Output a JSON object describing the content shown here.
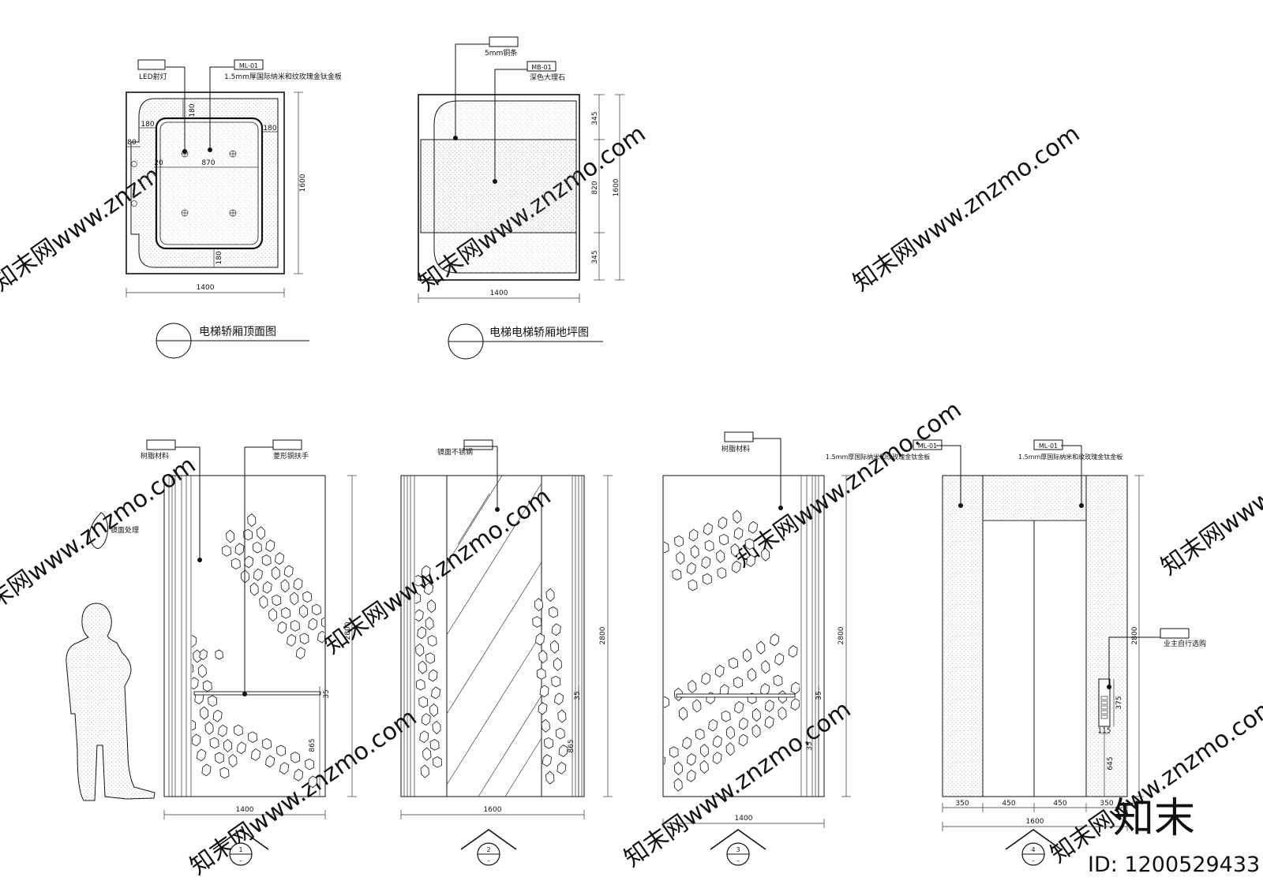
{
  "plans": {
    "ceiling": {
      "title": "电梯轿厢顶面图",
      "tag_led": "",
      "label_led": "LED射灯",
      "tag_material": "ML-01",
      "label_material": "1.5mm厚国际纳米和纹玫瑰金钛金板",
      "dims": {
        "d180_top": "180",
        "d180_left": "180",
        "d180_right": "180",
        "d80": "80",
        "d20": "20",
        "d870": "870",
        "d180_bottom": "180",
        "height": "1600",
        "width": "1400"
      }
    },
    "floor": {
      "title": "电梯电梯轿厢地坪图",
      "tag_strip": "",
      "label_strip": "5mm铜条",
      "tag_material": "MB-01",
      "label_material": "深色大理石",
      "dims": {
        "d345_top": "345",
        "d820": "820",
        "d345_bottom": "345",
        "height": "1600",
        "width": "1400"
      }
    }
  },
  "elevations": {
    "e1": {
      "tag_resin": "",
      "label_resin": "树脂材料",
      "tag_rail": "",
      "label_rail": "菱形铜扶手",
      "legend_mirror": "镜面处理",
      "dims": {
        "height": "2800",
        "d35": "35",
        "d865": "865",
        "width": "1400"
      },
      "marker_num": "1",
      "marker_sub": "–"
    },
    "e2": {
      "tag_steel": "",
      "label_steel": "镜面不锈钢",
      "dims": {
        "height": "2800",
        "d35": "35",
        "d865": "865",
        "width": "1600"
      },
      "marker_num": "2",
      "marker_sub": "–"
    },
    "e3": {
      "tag_resin": "",
      "label_resin": "树脂材料",
      "label_material": "1.5mm厚国际纳米和纹玫瑰金钛金板",
      "dims": {
        "height": "2800",
        "d35_top": "35",
        "d35_bottom": "35",
        "width": "1400"
      },
      "marker_num": "3",
      "marker_sub": "–"
    },
    "e4": {
      "tag_material_a": "ML-01",
      "tag_material_b": "ML-01",
      "label_material_b": "1.5mm厚国际纳米和纹玫瑰金钛金板",
      "tag_owner": "",
      "label_owner": "业主自行选购",
      "dims": {
        "height": "2800",
        "d375": "375",
        "d115": "115",
        "d645": "645",
        "seg1": "350",
        "seg2": "450",
        "seg3": "450",
        "seg4": "350",
        "width": "1600"
      },
      "marker_num": "4",
      "marker_sub": "–"
    }
  },
  "watermark": {
    "site": "知末网www.znzmo.com",
    "logo": "知末",
    "id": "ID: 1200529433",
    "color": "#e2e2e2"
  }
}
